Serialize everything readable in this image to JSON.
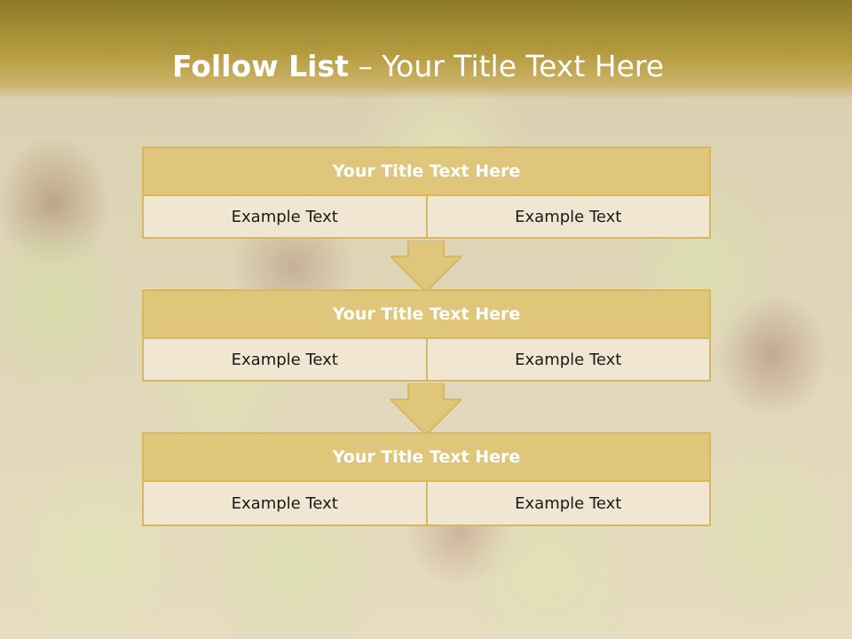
{
  "slide": {
    "title_bold": "Follow List",
    "title_rest": " – Your Title Text Here"
  },
  "blocks": [
    {
      "title": "Your Title Text Here",
      "left": "Example Text",
      "right": "Example Text"
    },
    {
      "title": "Your Title Text Here",
      "left": "Example Text",
      "right": "Example Text"
    },
    {
      "title": "Your Title Text Here",
      "left": "Example Text",
      "right": "Example Text"
    }
  ],
  "colors": {
    "header_gold": "#b69c40",
    "block_title": "#e0c67a",
    "block_cell": "#f0e6d2",
    "border": "#d6b860"
  }
}
